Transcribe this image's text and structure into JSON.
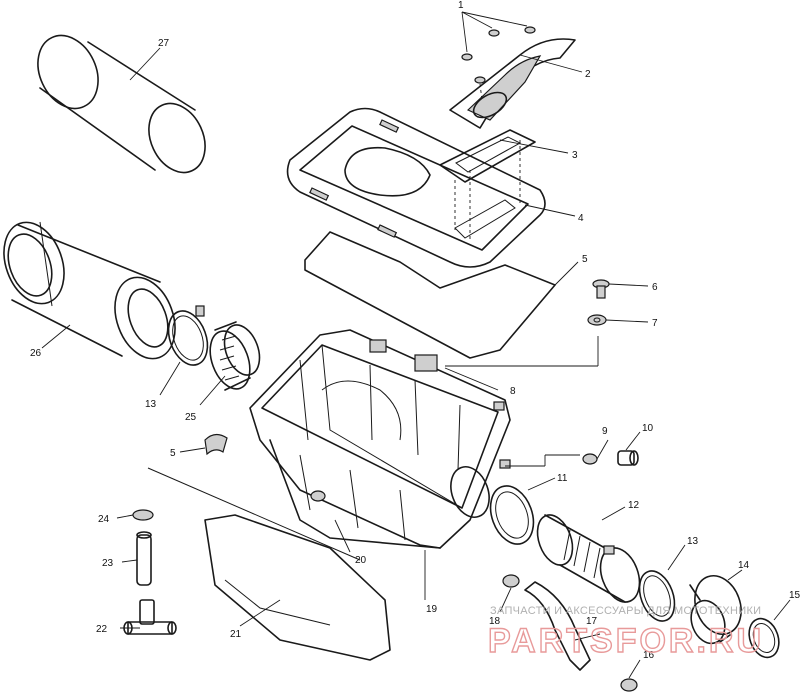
{
  "diagram": {
    "callouts": [
      {
        "id": "c1",
        "label": "1"
      },
      {
        "id": "c2",
        "label": "2"
      },
      {
        "id": "c3",
        "label": "3"
      },
      {
        "id": "c4",
        "label": "4"
      },
      {
        "id": "c5",
        "label": "5"
      },
      {
        "id": "c6",
        "label": "6"
      },
      {
        "id": "c7",
        "label": "7"
      },
      {
        "id": "c8",
        "label": "8"
      },
      {
        "id": "c9",
        "label": "9"
      },
      {
        "id": "c10",
        "label": "10"
      },
      {
        "id": "c11",
        "label": "11"
      },
      {
        "id": "c12",
        "label": "12"
      },
      {
        "id": "c13a",
        "label": "13"
      },
      {
        "id": "c13b",
        "label": "13"
      },
      {
        "id": "c14",
        "label": "14"
      },
      {
        "id": "c15",
        "label": "15"
      },
      {
        "id": "c16",
        "label": "16"
      },
      {
        "id": "c17",
        "label": "17"
      },
      {
        "id": "c18",
        "label": "18"
      },
      {
        "id": "c19",
        "label": "19"
      },
      {
        "id": "c20",
        "label": "20"
      },
      {
        "id": "c21",
        "label": "21"
      },
      {
        "id": "c22",
        "label": "22"
      },
      {
        "id": "c23",
        "label": "23"
      },
      {
        "id": "c24",
        "label": "24"
      },
      {
        "id": "c25",
        "label": "25"
      },
      {
        "id": "c5b",
        "label": "5"
      },
      {
        "id": "c26",
        "label": "26"
      },
      {
        "id": "c27",
        "label": "27"
      }
    ]
  },
  "watermark": {
    "caption": "ЗАПЧАСТИ И АКСЕССУАРЫ ДЛЯ МОТОТЕХНИКИ",
    "logo": "PARTSFOR.RU"
  }
}
